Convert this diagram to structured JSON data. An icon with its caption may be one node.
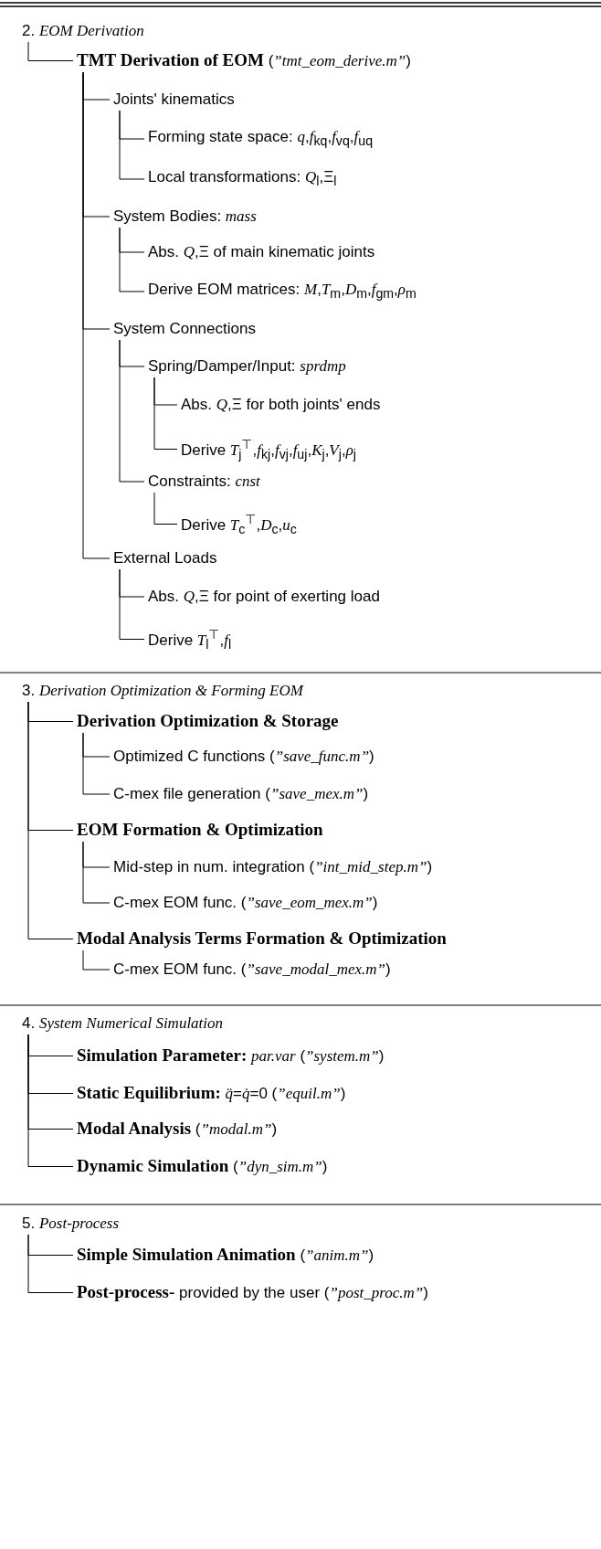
{
  "diagram": {
    "nodes": [
      {
        "text": [
          "2. *EOM Derivation*"
        ]
      },
      {
        "text": [
          "**TMT Derivation of EOM** (*”tmt_eom_derive.m”*)"
        ]
      },
      {
        "text": [
          "Joints' kinematics"
        ]
      },
      {
        "text": [
          "Forming state space: *q*,*f*$_{kq}$,*f*$_{vq}$,*f*$_{uq}$"
        ]
      },
      {
        "text": [
          "Local transformations: *Q*$_{l}$,Ξ$_{l}$"
        ]
      },
      {
        "text": [
          "System Bodies: *mass*"
        ]
      },
      {
        "text": [
          "Abs. *Q*,Ξ of main kinematic joints"
        ]
      },
      {
        "text": [
          "Derive EOM matrices: *M*,*T*$_{m}$,*D*$_{m}$,*f*$_{gm}$,*ρ*$_{m}$"
        ]
      },
      {
        "text": [
          "System Connections"
        ]
      },
      {
        "text": [
          "Spring/Damper/Input: *sprdmp*"
        ]
      },
      {
        "text": [
          "Abs. *Q*,Ξ for both joints' ends"
        ]
      },
      {
        "text": [
          "Derive *T*$_{j}$$^{⊤}$,*f*$_{kj}$,*f*$_{vj}$,*f*$_{uj}$,*K*$_{j}$,*V*$_{j}$,*ρ*$_{j}$"
        ]
      },
      {
        "text": [
          "Constraints: *cnst*"
        ]
      },
      {
        "text": [
          "Derive *T*$_{c}$$^{⊤}$,*D*$_{c}$,*u*$_{c}$"
        ]
      },
      {
        "text": [
          "External Loads"
        ]
      },
      {
        "text": [
          "Abs. *Q*,Ξ for point of exerting load"
        ]
      },
      {
        "text": [
          "Derive *T*$_{l}$$^{⊤}$,*f*$_{l}$"
        ]
      },
      {
        "text": [
          "3. *Derivation Optimization & Forming EOM*"
        ]
      },
      {
        "text": [
          "**Derivation Optimization & Storage**"
        ]
      },
      {
        "text": [
          "Optimized C functions (*”save_func.m”*)"
        ]
      },
      {
        "text": [
          "C-mex file generation (*”save_mex.m”*)"
        ]
      },
      {
        "text": [
          "**EOM Formation & Optimization**"
        ]
      },
      {
        "text": [
          "Mid-step in num. integration (*”int_mid_step.m”*)"
        ]
      },
      {
        "text": [
          "C-mex EOM func. (*”save_eom_mex.m”*)"
        ]
      },
      {
        "text": [
          "**Modal Analysis Terms Formation & Optimization**"
        ]
      },
      {
        "text": [
          "C-mex EOM func. (*”save_modal_mex.m”*)"
        ]
      },
      {
        "text": [
          "4. *System Numerical Simulation*"
        ]
      },
      {
        "text": [
          "**Simulation Parameter:** *par.var* (*”system.m”*)"
        ]
      },
      {
        "text": [
          "**Static Equilibrium:** *q̈*=*q̇*=0 (*”equil.m”*)"
        ]
      },
      {
        "text": [
          "**Modal Analysis** (*”modal.m”*)"
        ]
      },
      {
        "text": [
          "**Dynamic Simulation** (*”dyn_sim.m”*)"
        ]
      },
      {
        "text": [
          "5. *Post-process*"
        ]
      },
      {
        "text": [
          "**Simple Simulation Animation** (*”anim.m”*)"
        ]
      },
      {
        "text": [
          "**Post-process-** provided by the user (*”post_proc.m”*)"
        ]
      }
    ],
    "edges": [
      {
        "from": 0,
        "to": 1,
        "arrow": "none"
      },
      {
        "from": 1,
        "to": 2,
        "arrow": "none"
      },
      {
        "from": 2,
        "to": 3,
        "arrow": "none"
      },
      {
        "from": 2,
        "to": 4,
        "arrow": "none"
      },
      {
        "from": 1,
        "to": 5,
        "arrow": "none"
      },
      {
        "from": 5,
        "to": 6,
        "arrow": "none"
      },
      {
        "from": 5,
        "to": 7,
        "arrow": "none"
      },
      {
        "from": 1,
        "to": 8,
        "arrow": "none"
      },
      {
        "from": 8,
        "to": 9,
        "arrow": "none"
      },
      {
        "from": 9,
        "to": 10,
        "arrow": "none"
      },
      {
        "from": 9,
        "to": 11,
        "arrow": "none"
      },
      {
        "from": 8,
        "to": 12,
        "arrow": "none"
      },
      {
        "from": 12,
        "to": 13,
        "arrow": "none"
      },
      {
        "from": 1,
        "to": 14,
        "arrow": "none"
      },
      {
        "from": 14,
        "to": 15,
        "arrow": "none"
      },
      {
        "from": 14,
        "to": 16,
        "arrow": "none"
      },
      {
        "from": 17,
        "to": 18,
        "arrow": "none"
      },
      {
        "from": 18,
        "to": 19,
        "arrow": "none"
      },
      {
        "from": 18,
        "to": 20,
        "arrow": "none"
      },
      {
        "from": 17,
        "to": 21,
        "arrow": "none"
      },
      {
        "from": 21,
        "to": 22,
        "arrow": "none"
      },
      {
        "from": 21,
        "to": 23,
        "arrow": "none"
      },
      {
        "from": 17,
        "to": 24,
        "arrow": "none"
      },
      {
        "from": 24,
        "to": 25,
        "arrow": "none"
      },
      {
        "from": 26,
        "to": 27,
        "arrow": "none"
      },
      {
        "from": 26,
        "to": 28,
        "arrow": "none"
      },
      {
        "from": 26,
        "to": 29,
        "arrow": "none"
      },
      {
        "from": 26,
        "to": 30,
        "arrow": "none"
      },
      {
        "from": 31,
        "to": 32,
        "arrow": "none"
      },
      {
        "from": 31,
        "to": 33,
        "arrow": "none"
      }
    ]
  }
}
